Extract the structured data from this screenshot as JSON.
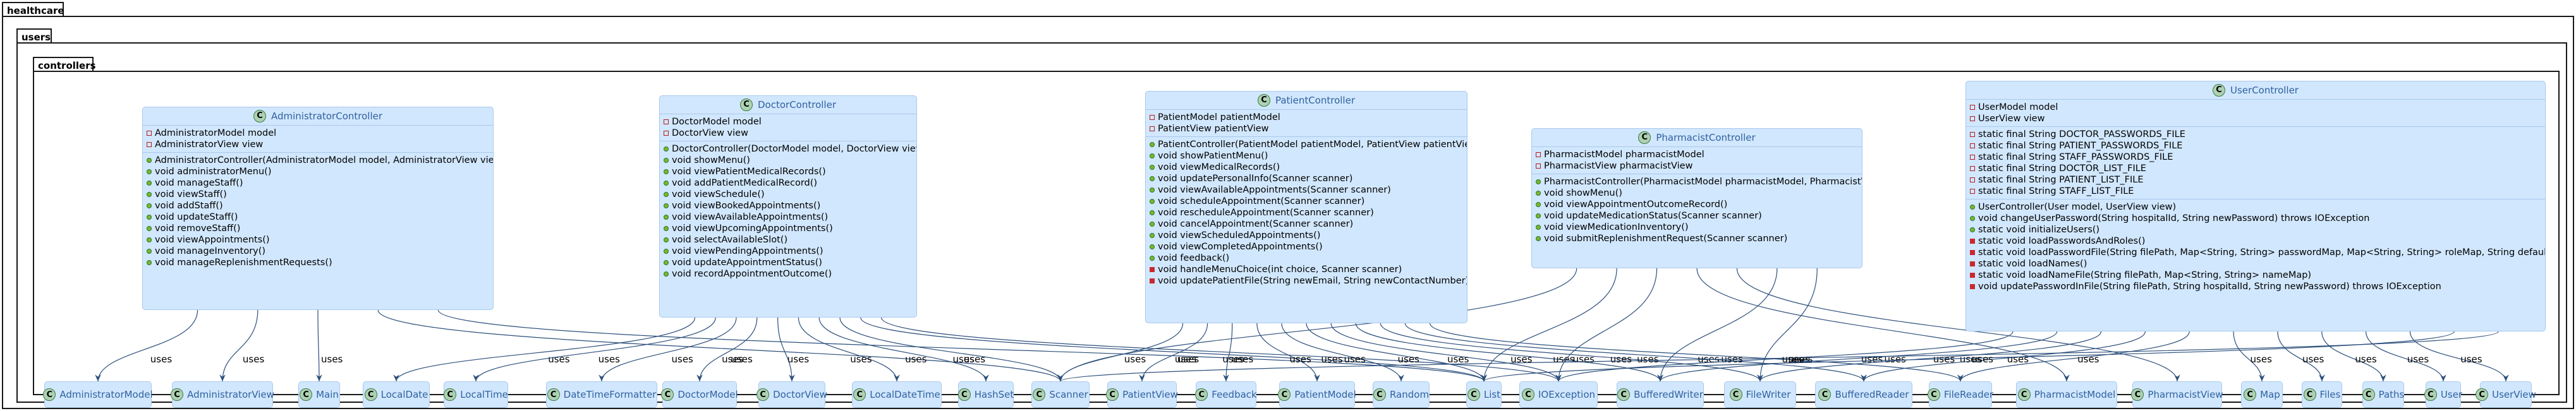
{
  "packages": {
    "root": "healthcare",
    "sub": "users",
    "leaf": "controllers"
  },
  "edge_label": "uses",
  "class_icon_letter": "C",
  "classes": [
    {
      "name": "AdministratorController",
      "fields": [
        {
          "vis": "private",
          "text": "AdministratorModel model"
        },
        {
          "vis": "private",
          "text": "AdministratorView view"
        }
      ],
      "methods": [
        {
          "vis": "public",
          "text": "AdministratorController(AdministratorModel model, AdministratorView view)"
        },
        {
          "vis": "public",
          "text": "void administratorMenu()"
        },
        {
          "vis": "public",
          "text": "void manageStaff()"
        },
        {
          "vis": "public",
          "text": "void viewStaff()"
        },
        {
          "vis": "public",
          "text": "void addStaff()"
        },
        {
          "vis": "public",
          "text": "void updateStaff()"
        },
        {
          "vis": "public",
          "text": "void removeStaff()"
        },
        {
          "vis": "public",
          "text": "void viewAppointments()"
        },
        {
          "vis": "public",
          "text": "void manageInventory()"
        },
        {
          "vis": "public",
          "text": "void manageReplenishmentRequests()"
        }
      ]
    },
    {
      "name": "DoctorController",
      "fields": [
        {
          "vis": "private",
          "text": "DoctorModel model"
        },
        {
          "vis": "private",
          "text": "DoctorView view"
        }
      ],
      "methods": [
        {
          "vis": "public",
          "text": "DoctorController(DoctorModel model, DoctorView view)"
        },
        {
          "vis": "public",
          "text": "void showMenu()"
        },
        {
          "vis": "public",
          "text": "void viewPatientMedicalRecords()"
        },
        {
          "vis": "public",
          "text": "void addPatientMedicalRecord()"
        },
        {
          "vis": "public",
          "text": "void viewSchedule()"
        },
        {
          "vis": "public",
          "text": "void viewBookedAppointments()"
        },
        {
          "vis": "public",
          "text": "void viewAvailableAppointments()"
        },
        {
          "vis": "public",
          "text": "void viewUpcomingAppointments()"
        },
        {
          "vis": "public",
          "text": "void selectAvailableSlot()"
        },
        {
          "vis": "public",
          "text": "void viewPendingAppointments()"
        },
        {
          "vis": "public",
          "text": "void updateAppointmentStatus()"
        },
        {
          "vis": "public",
          "text": "void recordAppointmentOutcome()"
        }
      ]
    },
    {
      "name": "PatientController",
      "fields": [
        {
          "vis": "private",
          "text": "PatientModel patientModel"
        },
        {
          "vis": "private",
          "text": "PatientView patientView"
        }
      ],
      "methods": [
        {
          "vis": "public",
          "text": "PatientController(PatientModel patientModel, PatientView patientView)"
        },
        {
          "vis": "public",
          "text": "void showPatientMenu()"
        },
        {
          "vis": "public",
          "text": "void viewMedicalRecords()"
        },
        {
          "vis": "public",
          "text": "void updatePersonalInfo(Scanner scanner)"
        },
        {
          "vis": "public",
          "text": "void viewAvailableAppointments(Scanner scanner)"
        },
        {
          "vis": "public",
          "text": "void scheduleAppointment(Scanner scanner)"
        },
        {
          "vis": "public",
          "text": "void rescheduleAppointment(Scanner scanner)"
        },
        {
          "vis": "public",
          "text": "void cancelAppointment(Scanner scanner)"
        },
        {
          "vis": "public",
          "text": "void viewScheduledAppointments()"
        },
        {
          "vis": "public",
          "text": "void viewCompletedAppointments()"
        },
        {
          "vis": "public",
          "text": "void feedback()"
        },
        {
          "vis": "private-filled",
          "text": "void handleMenuChoice(int choice, Scanner scanner)"
        },
        {
          "vis": "private-filled",
          "text": "void updatePatientFile(String newEmail, String newContactNumber)"
        }
      ]
    },
    {
      "name": "PharmacistController",
      "fields": [
        {
          "vis": "private",
          "text": "PharmacistModel pharmacistModel"
        },
        {
          "vis": "private",
          "text": "PharmacistView pharmacistView"
        }
      ],
      "methods": [
        {
          "vis": "public",
          "text": "PharmacistController(PharmacistModel pharmacistModel, PharmacistView pharmacistView)"
        },
        {
          "vis": "public",
          "text": "void showMenu()"
        },
        {
          "vis": "public",
          "text": "void viewAppointmentOutcomeRecord()"
        },
        {
          "vis": "public",
          "text": "void updateMedicationStatus(Scanner scanner)"
        },
        {
          "vis": "public",
          "text": "void viewMedicationInventory()"
        },
        {
          "vis": "public",
          "text": "void submitReplenishmentRequest(Scanner scanner)"
        }
      ]
    },
    {
      "name": "UserController",
      "fields": [
        {
          "vis": "private",
          "text": "UserModel model"
        },
        {
          "vis": "private",
          "text": "UserView view"
        }
      ],
      "static_fields": [
        {
          "vis": "private",
          "text": "static final String DOCTOR_PASSWORDS_FILE"
        },
        {
          "vis": "private",
          "text": "static final String PATIENT_PASSWORDS_FILE"
        },
        {
          "vis": "private",
          "text": "static final String STAFF_PASSWORDS_FILE"
        },
        {
          "vis": "private",
          "text": "static final String DOCTOR_LIST_FILE"
        },
        {
          "vis": "private",
          "text": "static final String PATIENT_LIST_FILE"
        },
        {
          "vis": "private",
          "text": "static final String STAFF_LIST_FILE"
        }
      ],
      "methods": [
        {
          "vis": "public",
          "text": "UserController(User model, UserView view)"
        },
        {
          "vis": "public",
          "text": "void changeUserPassword(String hospitalId, String newPassword) throws IOException"
        },
        {
          "vis": "public",
          "text": "static void initializeUsers()"
        },
        {
          "vis": "private-filled",
          "text": "static void loadPasswordsAndRoles()"
        },
        {
          "vis": "private-filled",
          "text": "static void loadPasswordFile(String filePath, Map<String, String> passwordMap, Map<String, String> roleMap, String defaultRole)"
        },
        {
          "vis": "private-filled",
          "text": "static void loadNames()"
        },
        {
          "vis": "private-filled",
          "text": "static void loadNameFile(String filePath, Map<String, String> nameMap)"
        },
        {
          "vis": "private-filled",
          "text": "void updatePasswordInFile(String filePath, String hospitalId, String newPassword) throws IOException"
        }
      ]
    }
  ],
  "dependencies": [
    "AdministratorModel",
    "AdministratorView",
    "Main",
    "LocalDate",
    "LocalTime",
    "DateTimeFormatter",
    "DoctorModel",
    "DoctorView",
    "LocalDateTime",
    "HashSet",
    "Scanner",
    "PatientView",
    "Feedback",
    "PatientModel",
    "Random",
    "List",
    "IOException",
    "BufferedWriter",
    "FileWriter",
    "BufferedReader",
    "FileReader",
    "PharmacistModel",
    "PharmacistView",
    "Map",
    "Files",
    "Paths",
    "User",
    "UserView"
  ],
  "colors": {
    "class_fill": "#d1e7fd",
    "class_border": "#a9c9ec",
    "class_name": "#3061a0",
    "edge": "#2c4f7c",
    "icon_fill": "#add1b2"
  }
}
